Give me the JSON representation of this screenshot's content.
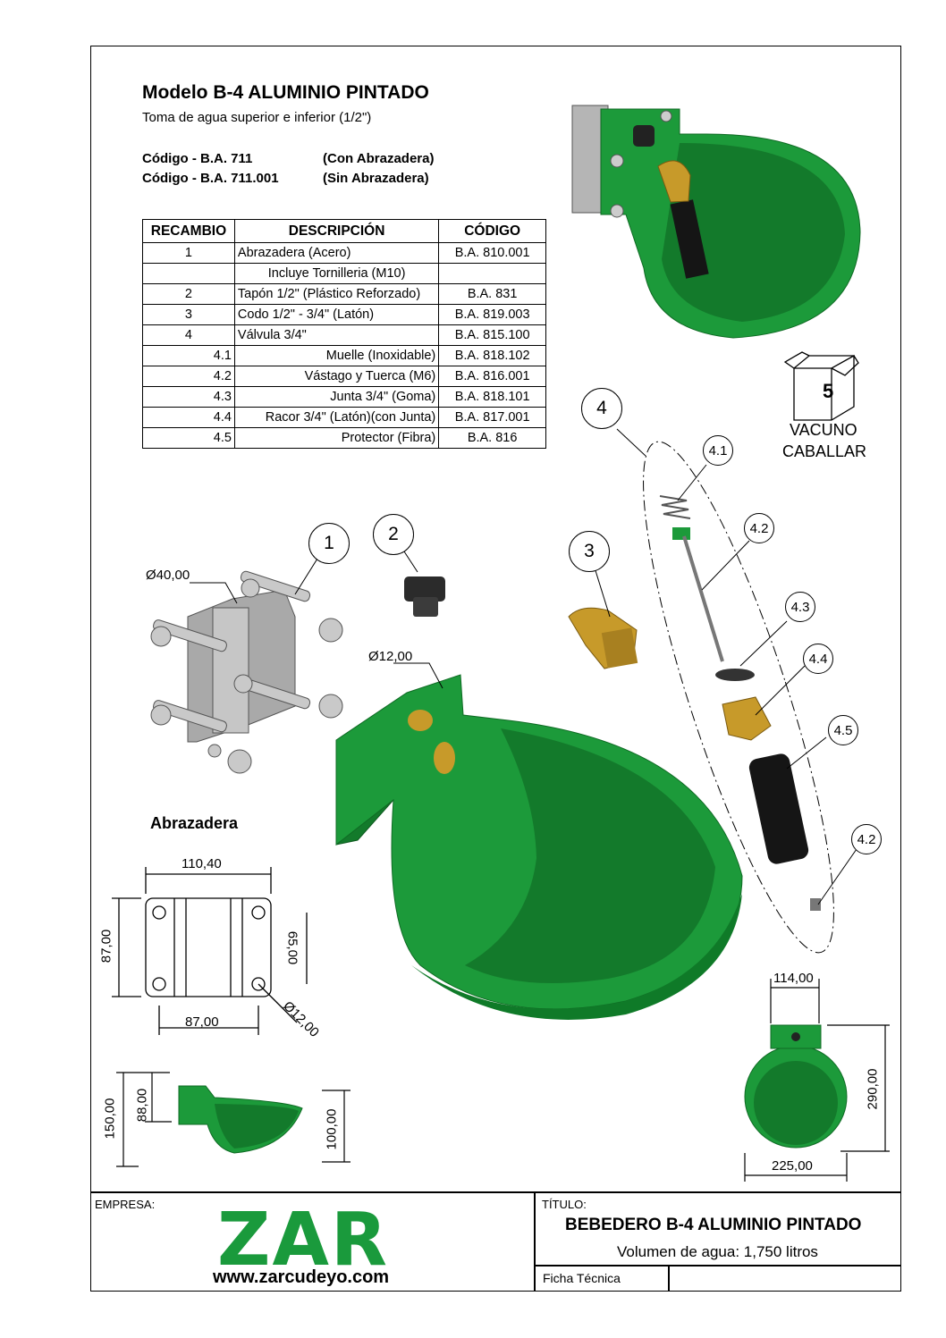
{
  "header": {
    "title": "Modelo B-4 ALUMINIO PINTADO",
    "subtitle": "Toma de agua superior e inferior (1/2\")",
    "codes": [
      {
        "code": "Código - B.A. 711",
        "note": "(Con Abrazadera)"
      },
      {
        "code": "Código - B.A. 711.001",
        "note": "(Sin Abrazadera)"
      }
    ]
  },
  "parts_table": {
    "headers": [
      "RECAMBIO",
      "DESCRIPCIÓN",
      "CÓDIGO"
    ],
    "rows": [
      {
        "recambio": "1",
        "descripcion": "Abrazadera (Acero)",
        "codigo": "B.A. 810.001"
      },
      {
        "recambio": "",
        "descripcion": "Incluye Tornilleria (M10)",
        "codigo": ""
      },
      {
        "recambio": "2",
        "descripcion": "Tapón 1/2\" (Plástico Reforzado)",
        "codigo": "B.A. 831"
      },
      {
        "recambio": "3",
        "descripcion": "Codo 1/2\" - 3/4\" (Latón)",
        "codigo": "B.A. 819.003"
      },
      {
        "recambio": "4",
        "descripcion": "Válvula 3/4\"",
        "codigo": "B.A. 815.100"
      },
      {
        "recambio": "4.1",
        "descripcion": "Muelle (Inoxidable)",
        "codigo": "B.A. 818.102"
      },
      {
        "recambio": "4.2",
        "descripcion": "Vástago y Tuerca (M6)",
        "codigo": "B.A. 816.001"
      },
      {
        "recambio": "4.3",
        "descripcion": "Junta 3/4\" (Goma)",
        "codigo": "B.A. 818.101"
      },
      {
        "recambio": "4.4",
        "descripcion": "Racor 3/4\" (Latón)(con Junta)",
        "codigo": "B.A. 817.001"
      },
      {
        "recambio": "4.5",
        "descripcion": "Protector (Fibra)",
        "codigo": "B.A. 816"
      }
    ]
  },
  "box": {
    "number": "5",
    "line1": "VACUNO",
    "line2": "CABALLAR"
  },
  "callouts": {
    "c1": "1",
    "c2": "2",
    "c3": "3",
    "c4": "4",
    "c41": "4.1",
    "c42": "4.2",
    "c43": "4.3",
    "c44": "4.4",
    "c45": "4.5",
    "c42b": "4.2"
  },
  "dimensions": {
    "clamp_diameter": "Ø40,00",
    "inlet_diameter": "Ø12,00",
    "clamp_label": "Abrazadera",
    "plate_width": "110,40",
    "plate_height": "87,00",
    "hole_spacing_v": "65,00",
    "hole_spacing_h": "87,00",
    "hole_diameter": "Ø12,00",
    "side_total_h": "150,00",
    "side_upper_h": "88,00",
    "side_bowl_h": "100,00",
    "top_width": "114,00",
    "front_height": "290,00",
    "front_width": "225,00"
  },
  "footer": {
    "empresa_label": "EMPRESA:",
    "logo": "ZAR",
    "url": "www.zarcudeyo.com",
    "titulo_label": "TÍTULO:",
    "titulo": "BEBEDERO B-4 ALUMINIO PINTADO",
    "volumen": "Volumen de agua: 1,750 litros",
    "ficha": "Ficha Técnica"
  },
  "colors": {
    "green": "#1c9a3a",
    "dark_green": "#137a2b",
    "brass": "#c79a2a",
    "steel": "#a9a9a9"
  }
}
